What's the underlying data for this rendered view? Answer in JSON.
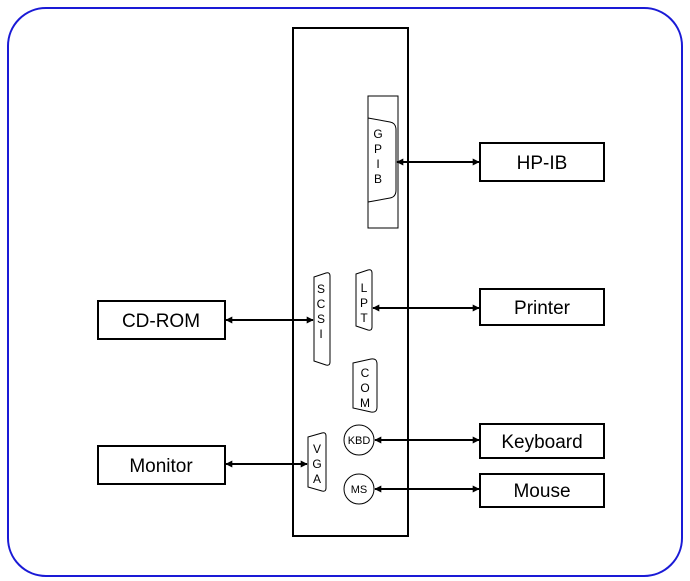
{
  "diagram": {
    "ports": {
      "gpib": {
        "letters": [
          "G",
          "P",
          "I",
          "B"
        ]
      },
      "scsi": {
        "letters": [
          "S",
          "C",
          "S",
          "I"
        ]
      },
      "lpt": {
        "letters": [
          "L",
          "P",
          "T"
        ]
      },
      "com": {
        "letters": [
          "C",
          "O",
          "M"
        ]
      },
      "vga": {
        "letters": [
          "V",
          "G",
          "A"
        ]
      },
      "kbd": {
        "label": "KBD"
      },
      "ms": {
        "label": "MS"
      }
    },
    "devices": {
      "hpib": "HP-IB",
      "printer": "Printer",
      "keyboard": "Keyboard",
      "mouse": "Mouse",
      "cdrom": "CD-ROM",
      "monitor": "Monitor"
    },
    "colors": {
      "frame_border": "#1a1ad6",
      "lines": "#000000"
    }
  }
}
